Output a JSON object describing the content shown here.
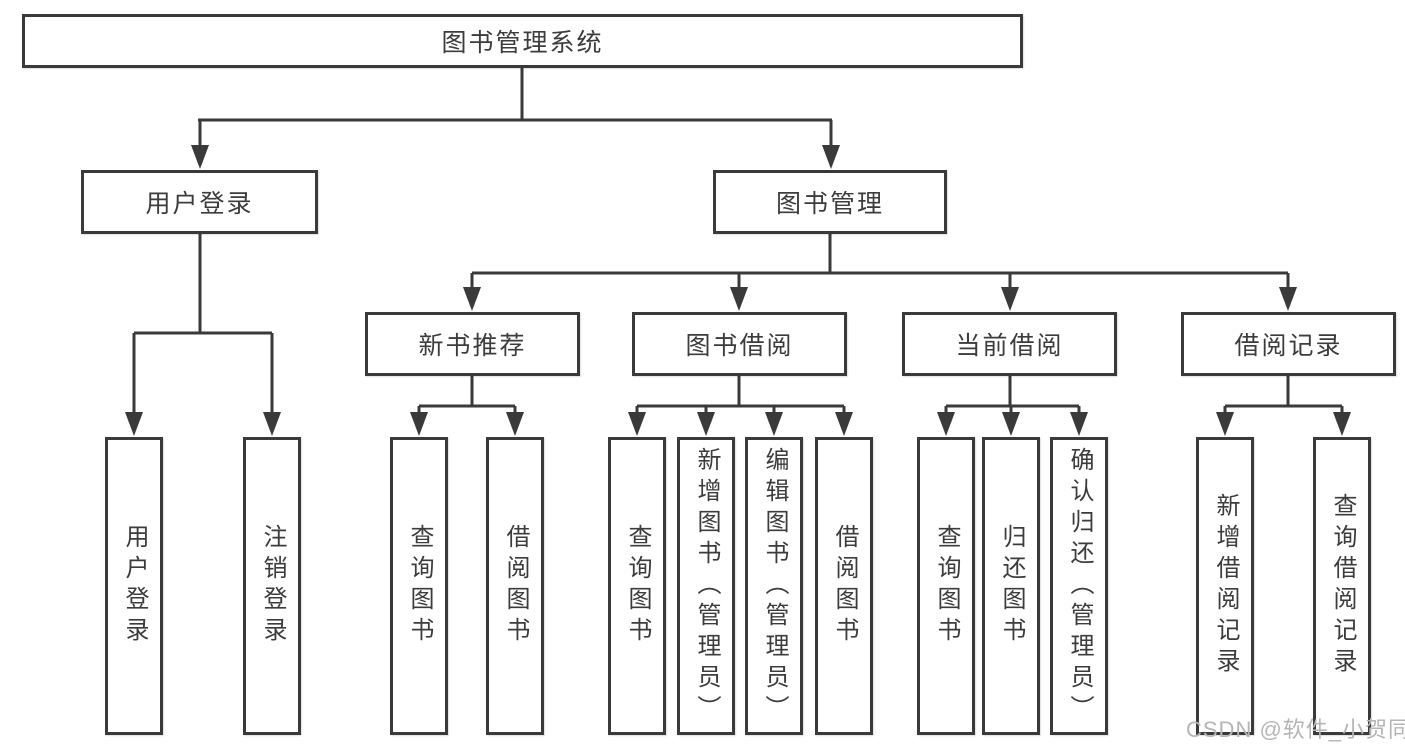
{
  "tree": {
    "label": "图书管理系统",
    "children": [
      {
        "label": "用户登录",
        "children": [
          {
            "label": "用户登录"
          },
          {
            "label": "注销登录"
          }
        ]
      },
      {
        "label": "图书管理",
        "children": [
          {
            "label": "新书推荐",
            "children": [
              {
                "label": "查询图书"
              },
              {
                "label": "借阅图书"
              }
            ]
          },
          {
            "label": "图书借阅",
            "children": [
              {
                "label": "查询图书"
              },
              {
                "label": "新增图书（管理员）"
              },
              {
                "label": "编辑图书（管理员）"
              },
              {
                "label": "借阅图书"
              }
            ]
          },
          {
            "label": "当前借阅",
            "children": [
              {
                "label": "查询图书"
              },
              {
                "label": "归还图书"
              },
              {
                "label": "确认归还（管理员）"
              }
            ]
          },
          {
            "label": "借阅记录",
            "children": [
              {
                "label": "新增借阅记录"
              },
              {
                "label": "查询借阅记录"
              }
            ]
          }
        ]
      }
    ]
  },
  "watermark": "CSDN @软件_小贺同学",
  "colors": {
    "line": "#3a3a3a",
    "box_border": "#3a3a3a",
    "text": "#3c3c3c",
    "watermark": "#b5b5b5",
    "background": "#ffffff"
  }
}
